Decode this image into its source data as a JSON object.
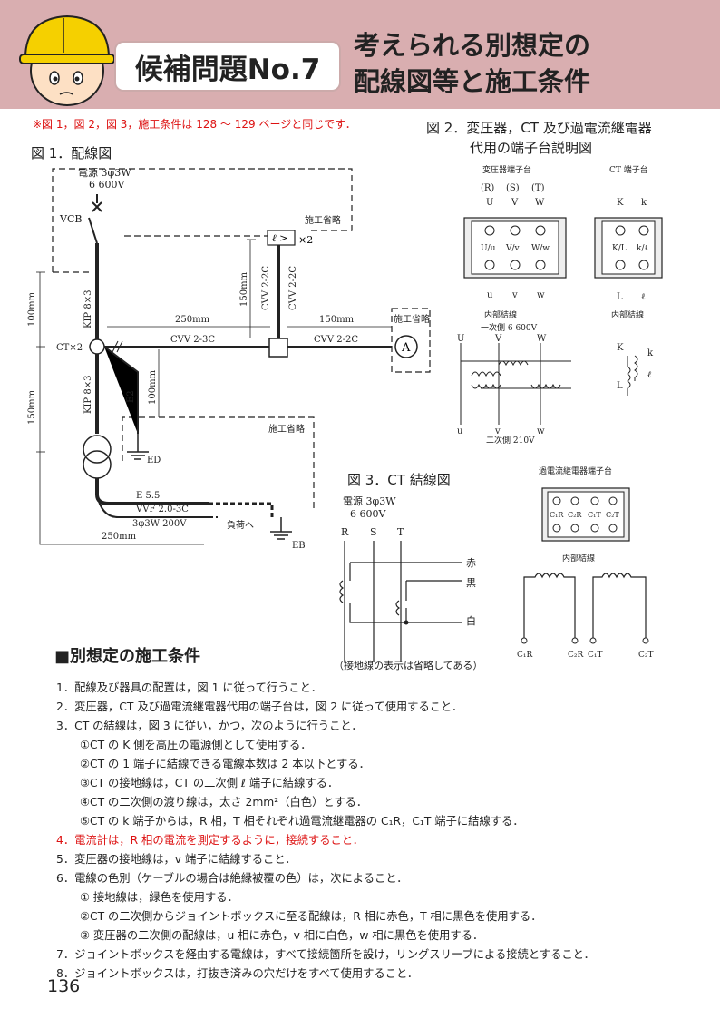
{
  "header": {
    "title": "候補問題No.7",
    "subtitle_line1": "考えられる別想定の",
    "subtitle_line2": "配線図等と施工条件"
  },
  "note": "※図 1，図 2，図 3，施工条件は 128 ～ 129 ページと同じです．",
  "fig1": {
    "title": "図 1．配線図",
    "power_line1": "電源 3φ3W",
    "power_line2": "6 600V",
    "vcb": "VCB",
    "omit1": "施工省略",
    "omit2": "施工省略",
    "omit3": "施工省略",
    "ct": "CT×2",
    "arrow_label": "ℓ >",
    "arrow_times": "×2",
    "d_100": "100mm",
    "d_150": "150mm",
    "d_250": "250mm",
    "d_150_vert": "150mm",
    "d_150_right": "150mm",
    "d_100_inner": "100mm",
    "d_250_bottom": "250mm",
    "kip_top": "KIP 8×3",
    "kip_bottom": "KIP 8×3",
    "cvv_left": "CVV 2-3C",
    "cvv_right": "CVV 2-2C",
    "cvv_v1": "CVV 2-2C",
    "cvv_v2": "CVV 2-2C",
    "e2": "E2",
    "ed": "ED",
    "e55": "E 5.5",
    "vvf": "VVF 2.0-3C",
    "power200": "3φ3W 200V",
    "load": "負荷へ",
    "eb": "EB",
    "ammeter": "A"
  },
  "fig2": {
    "title_line1": "図 2．変圧器，CT 及び過電流継電器",
    "title_line2": "代用の端子台説明図",
    "trans_label": "変圧器端子台",
    "ct_label": "CT 端子台",
    "rst": [
      "(R)",
      "(S)",
      "(T)"
    ],
    "uvw": [
      "U",
      "V",
      "W"
    ],
    "uvw_small": [
      "u",
      "v",
      "w"
    ],
    "inner_u": [
      "U/u",
      "V/v",
      "W/w"
    ],
    "kk": [
      "K",
      "k"
    ],
    "kl_inner": [
      "K/L",
      "k/ℓ"
    ],
    "ll": [
      "L",
      "ℓ"
    ],
    "inner_wiring": "内部結線",
    "primary": "一次側 6 600V",
    "secondary": "二次側 210V",
    "ct_inner": "内部結線",
    "ct_K": "K",
    "ct_k": "k",
    "ct_L": "L",
    "ct_l": "ℓ"
  },
  "fig3": {
    "title": "図 3．CT 結線図",
    "power1": "電源 3φ3W",
    "power2": "6 600V",
    "phases": [
      "R",
      "S",
      "T"
    ],
    "red": "赤",
    "black": "黒",
    "white": "白",
    "note": "（接地線の表示は省略してある）",
    "relay_label": "過電流継電器端子台",
    "relay_terms": [
      "C₁R",
      "C₂R",
      "C₁T",
      "C₂T"
    ],
    "relay_inner": "内部結線",
    "relay_bottom": [
      "C₁R",
      "C₂R",
      "C₁T",
      "C₂T"
    ]
  },
  "conditions": {
    "title": "■別想定の施工条件",
    "items": [
      "1．配線及び器具の配置は，図 1 に従って行うこと．",
      "2．変圧器，CT 及び過電流継電器代用の端子台は，図 2 に従って使用すること．",
      "3．CT の結線は，図 3 に従い，かつ，次のように行うこと．",
      "①CT の K 側を高圧の電源側として使用する．",
      "②CT の 1 端子に結線できる電線本数は 2 本以下とする．",
      "③CT の接地線は，CT の二次側 ℓ 端子に結線する．",
      "④CT の二次側の渡り線は，太さ 2mm²（白色）とする．",
      "⑤CT の k 端子からは，R 相，T 相それぞれ過電流継電器の C₁R，C₁T 端子に結線する．",
      "4．電流計は，R 相の電流を測定するように，接続すること．",
      "5．変圧器の接地線は，v 端子に結線すること．",
      "6．電線の色別（ケーブルの場合は絶縁被覆の色）は，次によること．",
      "① 接地線は，緑色を使用する．",
      "②CT の二次側からジョイントボックスに至る配線は，R 相に赤色，T 相に黒色を使用する．",
      "③ 変圧器の二次側の配線は，u 相に赤色，v 相に白色，w 相に黒色を使用する．",
      "7．ジョイントボックスを経由する電線は，すべて接続箇所を設け，リングスリーブによる接続とすること．",
      "8．ジョイントボックスは，打抜き済みの穴だけをすべて使用すること．"
    ]
  },
  "page_number": "136",
  "colors": {
    "header_bg": "#d9aeb0",
    "red": "#dd1111"
  }
}
